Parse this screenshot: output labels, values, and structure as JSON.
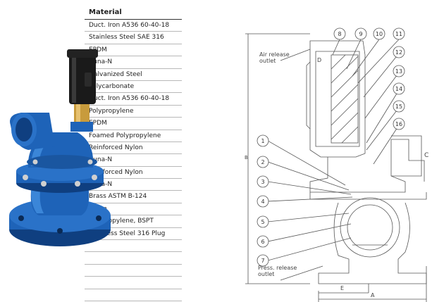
{
  "table": {
    "header": "Material",
    "rows": [
      "Duct. Iron A536 60-40-18",
      "Stainless Steel SAE 316",
      "EPDM",
      "Buna-N",
      "Galvanized Steel",
      "Polycarbonate",
      "Duct. Iron A536 60-40-18",
      "Polypropylene",
      "EPDM",
      "Foamed Polypropylene",
      "Reinforced Nylon",
      "Buna-N",
      "Reinforced Nylon",
      "Buna-N",
      "Brass ASTM B-124",
      "Nylon",
      "Polypropylene, BSPT",
      "Stainless Steel 316 Plug",
      "",
      "",
      "",
      "",
      ""
    ]
  },
  "drawing": {
    "callouts": [
      "1",
      "2",
      "3",
      "4",
      "5",
      "6",
      "7",
      "8",
      "9",
      "10",
      "11",
      "12",
      "13",
      "14",
      "15",
      "16"
    ],
    "air_release_label_1": "Air release",
    "air_release_label_2": "outlet",
    "press_release_label_1": "Press. release",
    "press_release_label_2": "outlet",
    "letter_d": "D",
    "letter_c": "C",
    "letter_b": "B",
    "letter_e": "E",
    "letter_a": "A"
  },
  "colors": {
    "valve_body": "#1e63b8",
    "valve_body_dark": "#0f3f80",
    "cap_black": "#1a1a1a",
    "brass": "#c89b3c",
    "line": "#555555"
  }
}
